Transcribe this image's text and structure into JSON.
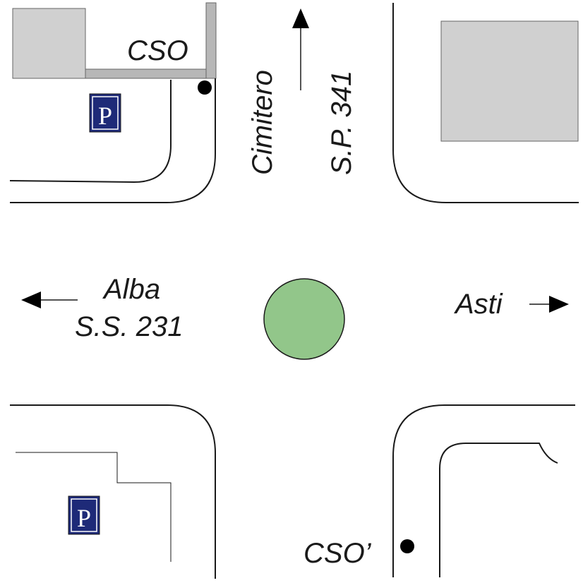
{
  "labels": {
    "cso": "CSO",
    "cso_prime": "CSO’",
    "cimitero": "Cimitero",
    "sp341": "S.P. 341",
    "alba": "Alba",
    "ss231": "S.S. 231",
    "asti": "Asti"
  },
  "parking": {
    "symbol": "P"
  },
  "colors": {
    "roundabout": "#92c68a",
    "building": "#d0d0d0",
    "wall": "#b7b7b7",
    "road_edge": "#1a1a1a",
    "parking_bg": "#1e2a78",
    "marker": "#000000"
  }
}
